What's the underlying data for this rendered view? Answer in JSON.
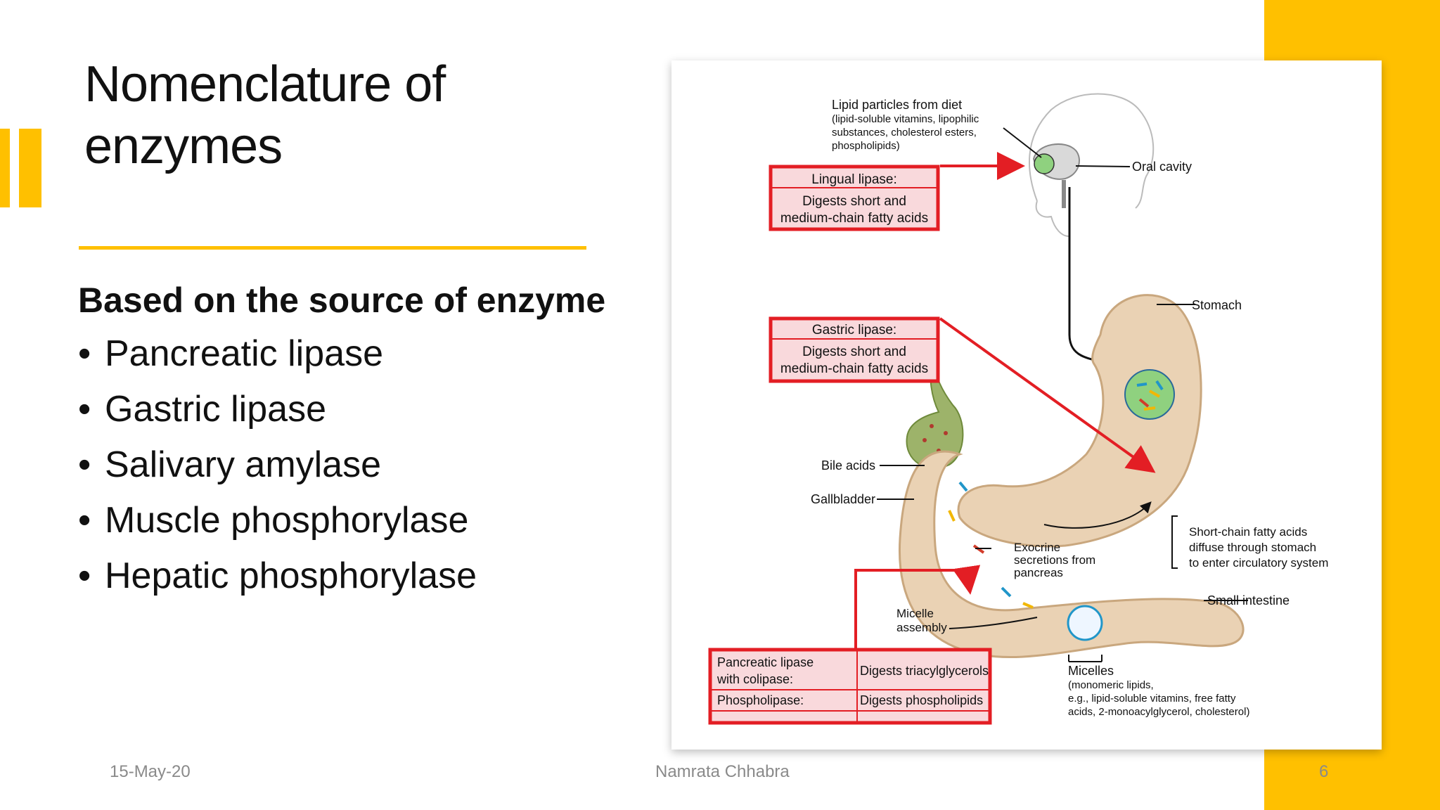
{
  "slide": {
    "title": "Nomenclature of enzymes",
    "heading": "Based on the source of enzyme",
    "bullets": [
      "Pancreatic lipase",
      "Gastric lipase",
      "Salivary amylase",
      "Muscle phosphorylase",
      "Hepatic phosphorylase"
    ]
  },
  "figure": {
    "diet_label": "Lipid particles from diet",
    "diet_detail_1": "(lipid-soluble vitamins, lipophilic",
    "diet_detail_2": "substances, cholesterol esters,",
    "diet_detail_3": "phospholipids)",
    "oral_cavity": "Oral cavity",
    "lingual_title": "Lingual lipase:",
    "lingual_line1": "Digests short and",
    "lingual_line2": "medium-chain fatty acids",
    "stomach": "Stomach",
    "gastric_title": "Gastric lipase:",
    "gastric_line1": "Digests short and",
    "gastric_line2": "medium-chain fatty acids",
    "bile_acids": "Bile acids",
    "gallbladder": "Gallbladder",
    "exocrine_1": "Exocrine",
    "exocrine_2": "secretions from",
    "exocrine_3": "pancreas",
    "scfa_1": "Short-chain fatty acids",
    "scfa_2": "diffuse through stomach",
    "scfa_3": "to enter circulatory system",
    "small_intestine": "Small intestine",
    "micelle_assembly_1": "Micelle",
    "micelle_assembly_2": "assembly",
    "pancreatic_name_1": "Pancreatic lipase",
    "pancreatic_name_2": "with colipase:",
    "pancreatic_action": "Digests triacylglycerols",
    "phospholipase_name": "Phospholipase:",
    "phospholipase_action": "Digests phospholipids",
    "micelles_title": "Micelles",
    "micelles_1": "(monomeric lipids,",
    "micelles_2": "e.g., lipid-soluble vitamins, free fatty",
    "micelles_3": "acids, 2-monoacylglycerol, cholesterol)"
  },
  "footer": {
    "date": "15-May-20",
    "author": "Namrata Chhabra",
    "page": "6"
  },
  "colors": {
    "accent": "#FFC000",
    "enzyme_box_border": "#E31E24",
    "enzyme_box_fill": "#F9D9DC",
    "organ_fill": "#EAD2B4"
  }
}
